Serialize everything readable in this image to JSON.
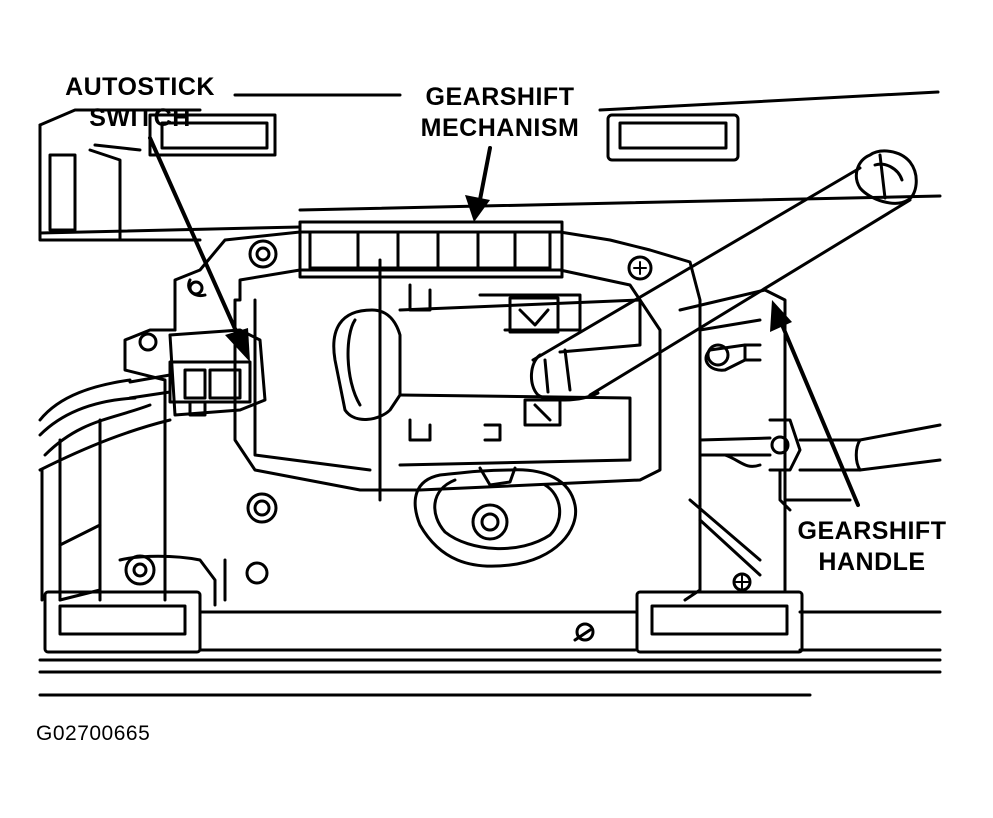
{
  "labels": {
    "autostick_line1": "AUTOSTICK",
    "autostick_line2": "SWITCH",
    "mechanism_line1": "GEARSHIFT",
    "mechanism_line2": "MECHANISM",
    "handle_line1": "GEARSHIFT",
    "handle_line2": "HANDLE"
  },
  "figure_code": "G02700665",
  "colors": {
    "ink": "#000000",
    "paper": "#ffffff"
  }
}
